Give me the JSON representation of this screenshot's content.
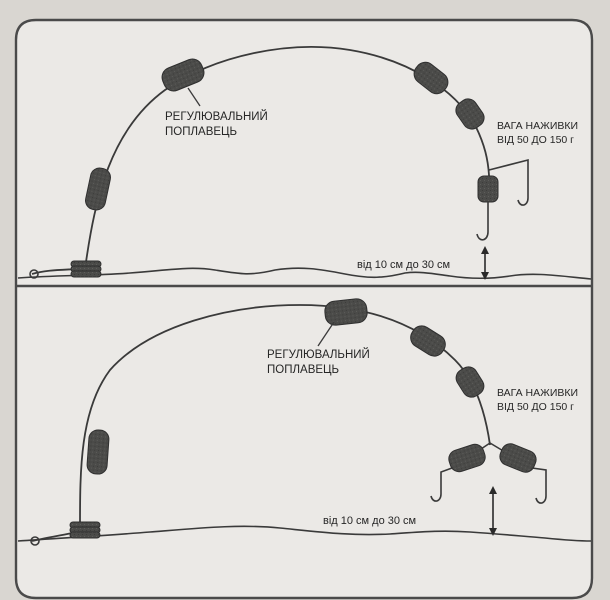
{
  "colors": {
    "background": "#d9d6d1",
    "panel": "#ebe9e6",
    "frame": "#4a4a4a",
    "line": "#3a3a3a",
    "float": "#4a4a48",
    "text": "#262626"
  },
  "top_rig": {
    "float_label": [
      "РЕГУЛЮВАЛЬНИЙ",
      "ПОПЛАВЕЦЬ"
    ],
    "bait_label": [
      "ВАГА НАЖИВКИ",
      "ВІД 50 ДО 150 г"
    ],
    "depth_label": "від 10 см до 30 см"
  },
  "bottom_rig": {
    "float_label": [
      "РЕГУЛЮВАЛЬНИЙ",
      "ПОПЛАВЕЦЬ"
    ],
    "bait_label": [
      "ВАГА НАЖИВКИ",
      "ВІД 50 ДО 150 г"
    ],
    "depth_label": "від 10 см до 30 см"
  }
}
